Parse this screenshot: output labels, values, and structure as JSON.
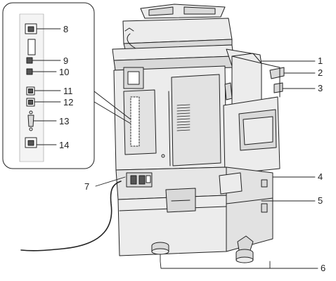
{
  "callouts": [
    {
      "label": "1"
    },
    {
      "label": "2"
    },
    {
      "label": "3"
    },
    {
      "label": "4"
    },
    {
      "label": "5"
    },
    {
      "label": "6"
    },
    {
      "label": "7"
    },
    {
      "label": "8"
    },
    {
      "label": "9"
    },
    {
      "label": "10"
    },
    {
      "label": "11"
    },
    {
      "label": "12"
    },
    {
      "label": "13"
    },
    {
      "label": "14"
    }
  ],
  "colors": {
    "stroke": "#222222",
    "body": "#ececec",
    "panel": "#d9d9d9",
    "dark": "#555555"
  },
  "ports": [
    {
      "icon": "ethernet-port-icon"
    },
    {
      "icon": "slot-cover-icon"
    },
    {
      "icon": "usb-a-port-icon"
    },
    {
      "icon": "usb-a-port-icon"
    },
    {
      "icon": "usb-b-port-icon"
    },
    {
      "icon": "usb-b-port-icon"
    },
    {
      "icon": "serial-port-icon"
    },
    {
      "icon": "phone-line-port-icon"
    }
  ]
}
